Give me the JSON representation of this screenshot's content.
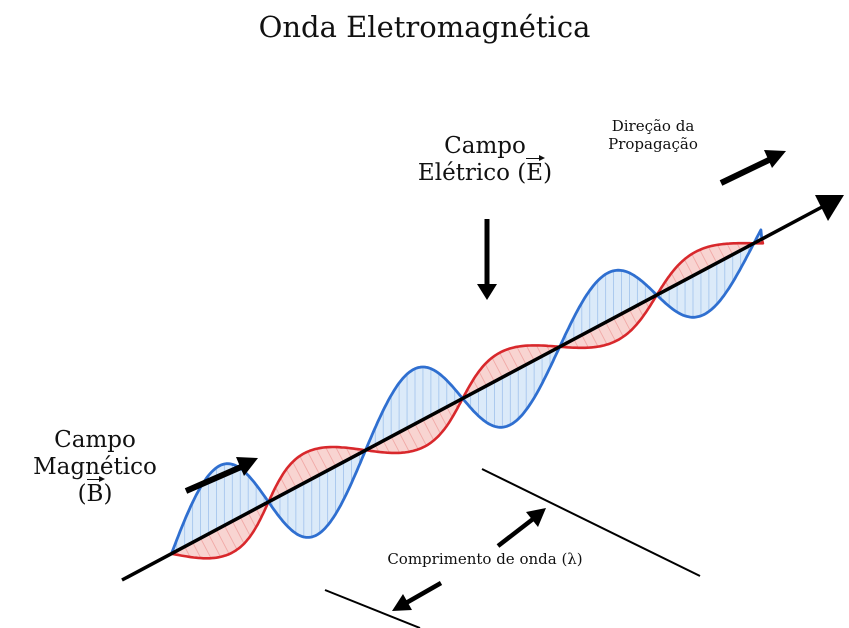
{
  "title": "Onda Eletromagnética",
  "labels": {
    "electric": {
      "line1": "Campo",
      "line2": "Elétrico (",
      "symbol": "E",
      "close": ")"
    },
    "magnetic": {
      "line1": "Campo",
      "line2": "Magnético",
      "open": "(",
      "symbol": "B",
      "close": ")"
    },
    "direction": {
      "line1": "Direção da",
      "line2": "Propagação"
    },
    "wavelength": "Comprimento de onda (λ)"
  },
  "colors": {
    "electric_stroke": "#2f6fd0",
    "electric_fill": "#cfe3f7",
    "magnetic_stroke": "#d8282c",
    "magnetic_fill": "#f6c9c6",
    "axis": "#000000"
  }
}
